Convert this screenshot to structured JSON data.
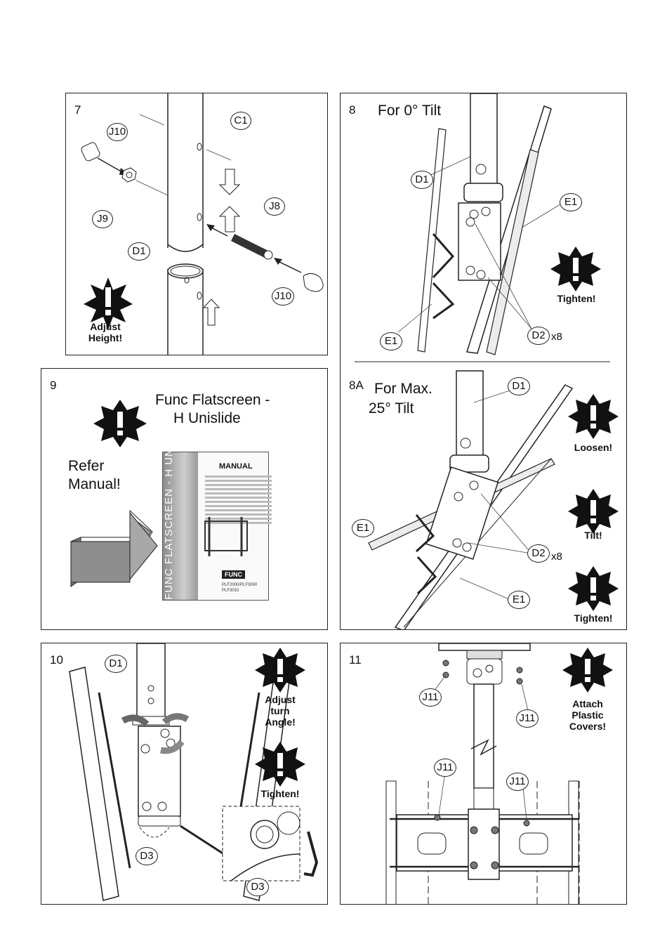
{
  "panel7": {
    "number": "7",
    "callouts": {
      "j10_top": "J10",
      "c1": "C1",
      "j9": "J9",
      "j8": "J8",
      "d1": "D1",
      "j10_bottom": "J10"
    },
    "warning": "Adjust Height!"
  },
  "panel8": {
    "number": "8",
    "title": "For 0° Tilt",
    "callouts": {
      "d1": "D1",
      "e1_right": "E1",
      "e1_left": "E1",
      "d2": "D2"
    },
    "qty": "x8",
    "warning": "Tighten!"
  },
  "panel8a": {
    "number": "8A",
    "title_line1": "For Max.",
    "title_line2": "25° Tilt",
    "callouts": {
      "d1": "D1",
      "e1_left": "E1",
      "d2": "D2",
      "e1_bottom": "E1"
    },
    "qty": "x8",
    "warnings": [
      "Loosen!",
      "Tilt!",
      "Tighten!"
    ]
  },
  "panel9": {
    "number": "9",
    "title_line1": "Func Flatscreen -",
    "title_line2": "H Unislide",
    "refer_line1": "Refer",
    "refer_line2": "Manual!",
    "manual": {
      "heading": "MANUAL",
      "spine": "FUNC FLATSCREEN - H UNISLIDE",
      "logo": "FUNC",
      "code_line1": "PLF2000/PLF3000",
      "code_line2": "PLF3010"
    }
  },
  "panel10": {
    "number": "10",
    "callouts": {
      "d1": "D1",
      "d3_left": "D3",
      "d3_zoom": "D3"
    },
    "warning1_line1": "Adjust",
    "warning1_line2": "turn",
    "warning1_line3": "Angle!",
    "warning2": "Tighten!"
  },
  "panel11": {
    "number": "11",
    "callouts": {
      "j11_a": "J11",
      "j11_b": "J11",
      "j11_c": "J11",
      "j11_d": "J11"
    },
    "warning_line1": "Attach",
    "warning_line2": "Plastic",
    "warning_line3": "Covers!"
  }
}
